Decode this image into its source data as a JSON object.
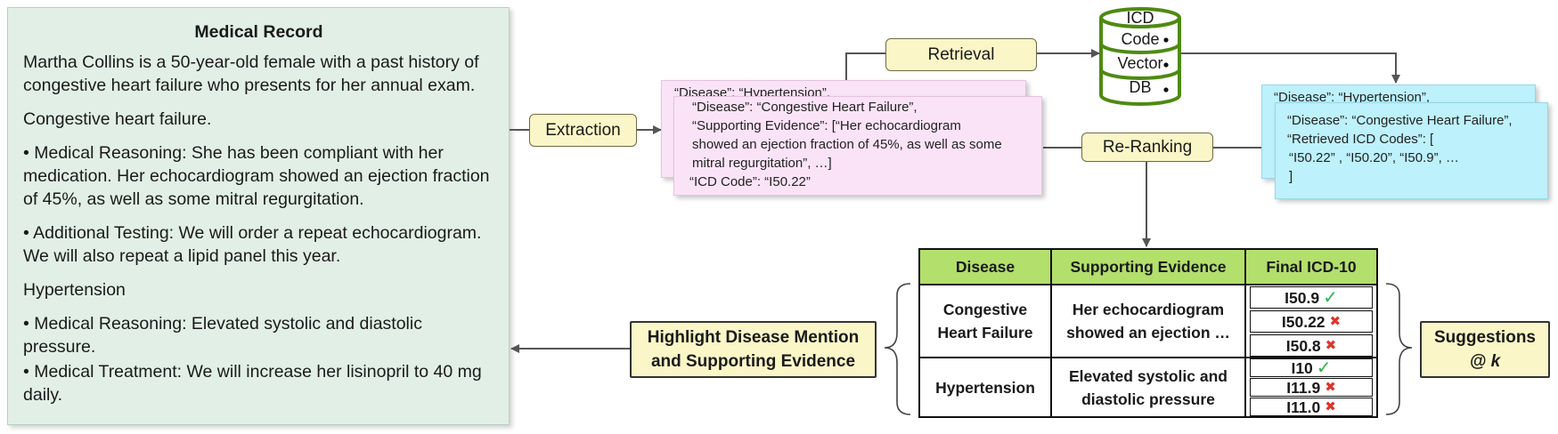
{
  "record": {
    "title": "Medical Record",
    "intro": "Martha Collins is a 50-year-old female with a past history of congestive heart failure who presents for her annual exam.",
    "section1_title": "Congestive heart failure.",
    "s1_reasoning": "• Medical Reasoning: She has been compliant with her medication. Her echocardiogram showed an ejection fraction of 45%, as well as some mitral regurgitation.",
    "s1_testing": "• Additional Testing: We will order a repeat echocardiogram. We will also repeat a lipid panel this year.",
    "section2_title": "Hypertension",
    "s2_reasoning": "• Medical Reasoning: Elevated systolic and diastolic pressure.",
    "s2_treatment": "• Medical Treatment: We will increase her lisinopril to 40 mg daily."
  },
  "steps": {
    "extraction": "Extraction",
    "retrieval": "Retrieval",
    "reranking": "Re-Ranking",
    "highlight_line1": "Highlight Disease Mention",
    "highlight_line2": "and Supporting Evidence",
    "suggestions_line1": "Suggestions",
    "suggestions_line2": "@ k"
  },
  "database": {
    "lines": [
      "ICD",
      "Code",
      "Vector",
      "DB"
    ]
  },
  "extracted": {
    "back": "“Disease”: “Hypertension”,",
    "front": [
      "“Disease”: “Congestive Heart Failure”,",
      "“Supporting Evidence”: [“Her echocardiogram",
      "showed an ejection fraction of 45%, as well as some",
      "mitral regurgitation”, …]",
      "“ICD Code”: “I50.22”"
    ]
  },
  "retrieved": {
    "back": "“Disease”: “Hypertension”,",
    "front": [
      "“Disease”: “Congestive Heart Failure”,",
      "“Retrieved ICD Codes”: [",
      "“I50.22” , “I50.20”, “I50.9”, …",
      "]"
    ]
  },
  "table": {
    "headers": [
      "Disease",
      "Supporting Evidence",
      "Final ICD-10"
    ],
    "rows": [
      {
        "disease": [
          "Congestive",
          "Heart Failure"
        ],
        "evidence": [
          "Her echocardiogram",
          "showed an ejection …"
        ],
        "codes": [
          {
            "code": "I50.9",
            "mark": "✓",
            "correct": true
          },
          {
            "code": "I50.22",
            "mark": "✖",
            "correct": false
          },
          {
            "code": "I50.8",
            "mark": "✖",
            "correct": false
          }
        ]
      },
      {
        "disease": [
          "Hypertension"
        ],
        "evidence": [
          "Elevated systolic and",
          "diastolic pressure"
        ],
        "codes": [
          {
            "code": "I10",
            "mark": "✓",
            "correct": true
          },
          {
            "code": "I11.9",
            "mark": "✖",
            "correct": false
          },
          {
            "code": "I11.0",
            "mark": "✖",
            "correct": false
          }
        ]
      }
    ]
  },
  "colors": {
    "record_bg": "#e2efe7",
    "pink_card": "#fbe3f7",
    "cyan_card": "#bdf1fb",
    "yellow_box": "#fbf6c7",
    "table_header": "#b3df6d",
    "db_green": "#4e8a12",
    "check_green": "#2bb24c",
    "cross_red": "#e0332a"
  }
}
